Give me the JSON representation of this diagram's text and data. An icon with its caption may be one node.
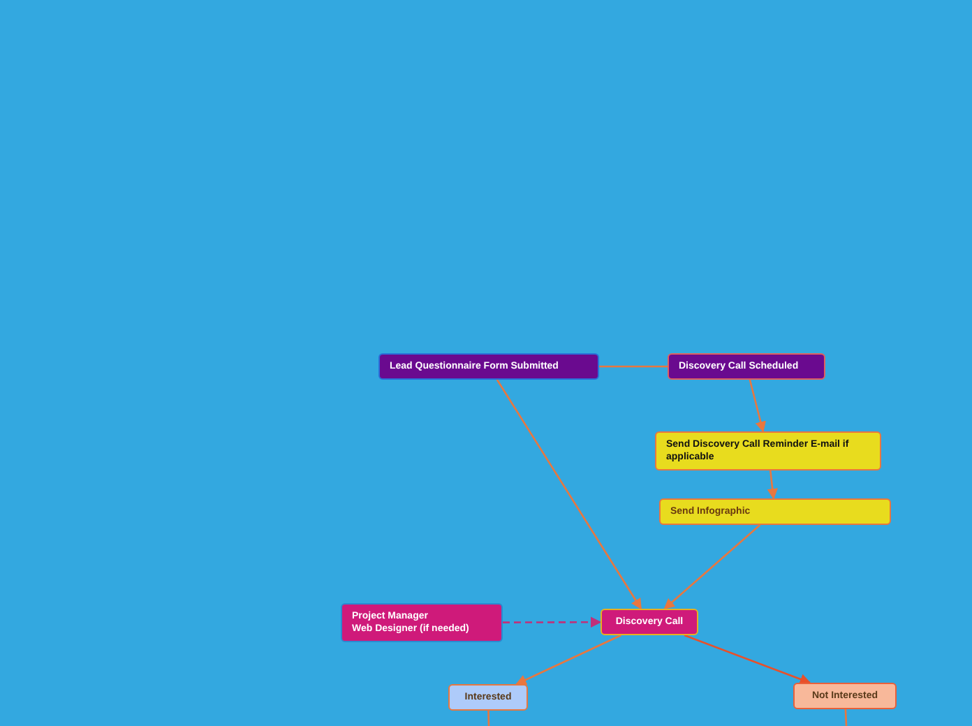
{
  "diagram": {
    "nodes": [
      {
        "text": [
          "Lead Questionnaire Form Submitted"
        ]
      },
      {
        "text": [
          "Discovery Call Scheduled"
        ]
      },
      {
        "text": [
          "Send Discovery Call Reminder E-mail if applicable"
        ]
      },
      {
        "text": [
          "Send Infographic"
        ]
      },
      {
        "text": [
          "Project Manager",
          "Web Designer (if needed)"
        ]
      },
      {
        "text": [
          "Discovery Call"
        ]
      },
      {
        "text": [
          "Interested"
        ]
      },
      {
        "text": [
          "Not Interested"
        ]
      }
    ],
    "edges": [
      {
        "from": 0,
        "to": 1,
        "arrow": "none"
      },
      {
        "from": 1,
        "to": 2,
        "arrow": "to"
      },
      {
        "from": 2,
        "to": 3,
        "arrow": "to"
      },
      {
        "from": 0,
        "to": 5,
        "arrow": "to"
      },
      {
        "from": 3,
        "to": 5,
        "arrow": "to"
      },
      {
        "from": 4,
        "to": 5,
        "arrow": "to",
        "style": "dashed",
        "color": "#c0307a"
      },
      {
        "from": 5,
        "to": 6,
        "arrow": "to"
      },
      {
        "from": 5,
        "to": 7,
        "arrow": "to",
        "color": "#e8502a"
      },
      {
        "from": 6,
        "to": null,
        "arrow": "none"
      },
      {
        "from": 7,
        "to": null,
        "arrow": "none"
      }
    ]
  }
}
